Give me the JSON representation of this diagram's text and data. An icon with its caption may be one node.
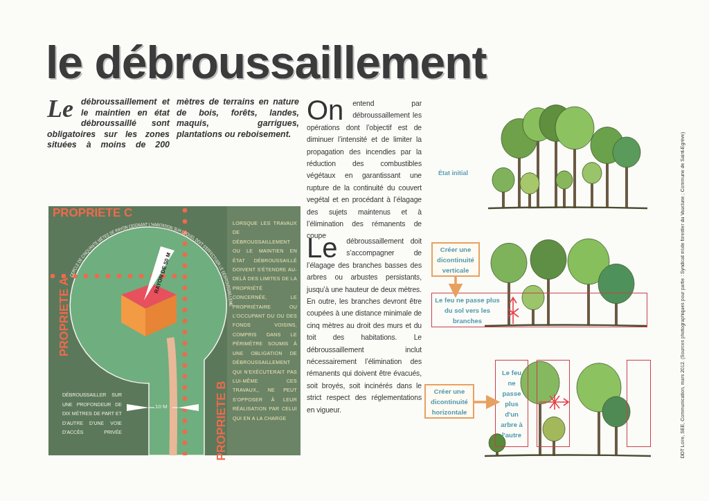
{
  "diagram": {
    "title": "le débroussaillement",
    "nodes": [
      {
        "text": [
          "Créer une dicontinuité verticale"
        ]
      },
      {
        "text": [
          "Le feu ne passe plus du sol vers les branches"
        ]
      },
      {
        "text": [
          "Créer une dicontinuité horizontale"
        ]
      },
      {
        "text": [
          "Le feu ne passe plus d'un arbre à l'autre"
        ]
      },
      {
        "text": [],
        "shape": "box"
      },
      {
        "text": [],
        "shape": "box"
      }
    ],
    "edges": [
      {
        "from": 0,
        "to": 1,
        "arrow": "to"
      },
      {
        "from": 2,
        "to": 3,
        "arrow": "to"
      }
    ],
    "labels": [
      "Le débroussaillement et le maintien en état débroussaillé sont obligatoires sur les zones situées à moins de 200 mètres de terrains en nature de bois, forêts, landes, maquis, garrigues, plantations ou reboisement.",
      "On entend par débroussaillement les opérations dont l’objectif est de diminuer l’intensité et de limiter la propagation des incendies par la réduction des combustibles végétaux en garantissant une rupture de la continuité du couvert vegétal et en procédant à l’élagage des sujets maintenus et à l’élimination des rémanents de coupe",
      "Le débroussaillement doit s’accompagner de l’élagage des branches basses des arbres ou arbustes persistants, jusqu’à une hauteur de deux mètres. En outre, les branches devront être coupées à une distance minimale de cinq mètres au droit des murs et du toit des habitations. Le débroussaillement inclut nécessairement l’élimination des rémanents qui doivent être évacués, soit broyés, soit incinérés dans le strict respect des réglementations en vigueur.",
      "PROPRIETE C",
      "CERCLE DE CINQUANTE MÈTES DE RAYON CEIGNANT L'HABITATION SUR LEQUEL DOIT S'EFFECTUER LE DÉBROUSSAILLEMENT",
      "RAYON DE 50 M",
      "PROPRIETE A",
      "LORSQUE LES TRAVAUX DE DÉBROUSSAILLEMENT OU LE MAINTIEN EN ÉTAT DÉBROUSSAILLÉ DOIVENT S'ÉTENDRE AU-DELÀ DES LIMITES DE LA PROPRIÉTÉ CONCERNÉE, LE PROPRIÉTAIRE OU L'OCCUPANT DU OU DES FONDS VOISINS, COMPRIS DANS LE PÉRIMÈTRE SOUMIS À UNE OBLIGATION DE DÉBROUSSAILLEMENT QUI N'EXÉCUTERAIT PAS LUI-MÊME CES TRAVAUX,, NE PEUT S'OPPOSER À LEUR RÉALISATION PAR CELUI QUI EN A LA CHARGE",
      "DÉBROUSSAILLER SUR UNE PROFONDEUR DE DIX MÈTRES DE PART ET D'AUTRE D'UNE VOIE D'ACCÈS PRIVÉE",
      "10 M",
      "PROPRIETE B",
      "État initial",
      "DDT Loire, SEE, Communication, mars 2012. (Sources photographiques pour partie : Syndicat mixte forestier du Vaucluse ; Commune de Saint-Egrève)"
    ]
  }
}
